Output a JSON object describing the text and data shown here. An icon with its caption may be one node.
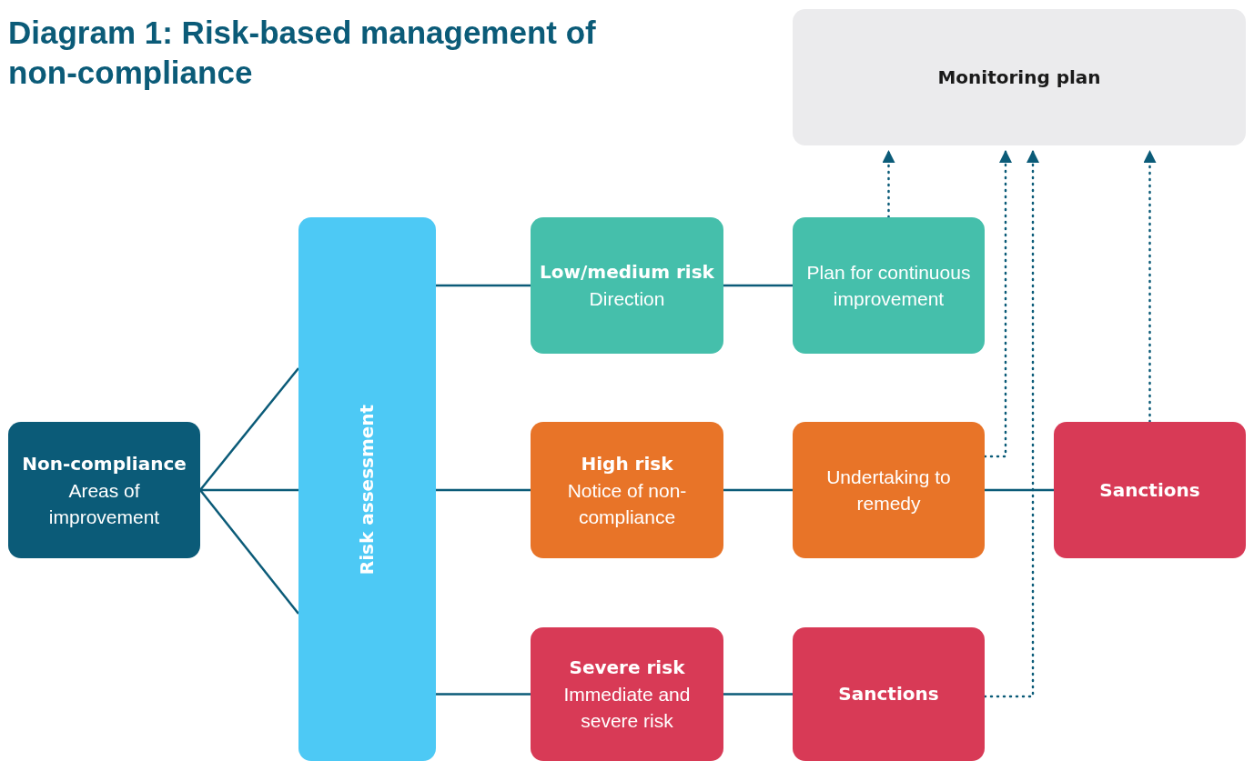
{
  "diagram": {
    "title": "Diagram 1: Risk-based management of non-compliance",
    "nodes": [
      {
        "text": [
          "Monitoring plan"
        ]
      },
      {
        "text": [
          "Non-compliance",
          "Areas of improvement"
        ]
      },
      {
        "text": [
          "Risk assessment"
        ]
      },
      {
        "text": [
          "Low/medium risk",
          "Direction"
        ]
      },
      {
        "text": [
          "Plan for continuous improvement"
        ]
      },
      {
        "text": [
          "High risk",
          "Notice of non-compliance"
        ]
      },
      {
        "text": [
          "Undertaking to remedy"
        ]
      },
      {
        "text": [
          "Sanctions"
        ]
      },
      {
        "text": [
          "Severe risk",
          "Immediate and severe risk"
        ]
      },
      {
        "text": [
          "Sanctions"
        ]
      }
    ],
    "edges": [
      {
        "from": 1,
        "to": 2,
        "arrow": "none"
      },
      {
        "from": 1,
        "to": 2,
        "arrow": "none"
      },
      {
        "from": 1,
        "to": 2,
        "arrow": "none"
      },
      {
        "from": 2,
        "to": 3,
        "arrow": "none"
      },
      {
        "from": 2,
        "to": 5,
        "arrow": "none"
      },
      {
        "from": 2,
        "to": 8,
        "arrow": "none"
      },
      {
        "from": 3,
        "to": 4,
        "arrow": "none"
      },
      {
        "from": 5,
        "to": 6,
        "arrow": "none"
      },
      {
        "from": 6,
        "to": 7,
        "arrow": "none"
      },
      {
        "from": 8,
        "to": 9,
        "arrow": "none"
      },
      {
        "from": 4,
        "to": 0,
        "arrow": "to",
        "style": "dashed"
      },
      {
        "from": 6,
        "to": 0,
        "arrow": "to",
        "style": "dashed"
      },
      {
        "from": 9,
        "to": 0,
        "arrow": "to",
        "style": "dashed"
      },
      {
        "from": 7,
        "to": 0,
        "arrow": "to",
        "style": "dashed"
      }
    ]
  }
}
